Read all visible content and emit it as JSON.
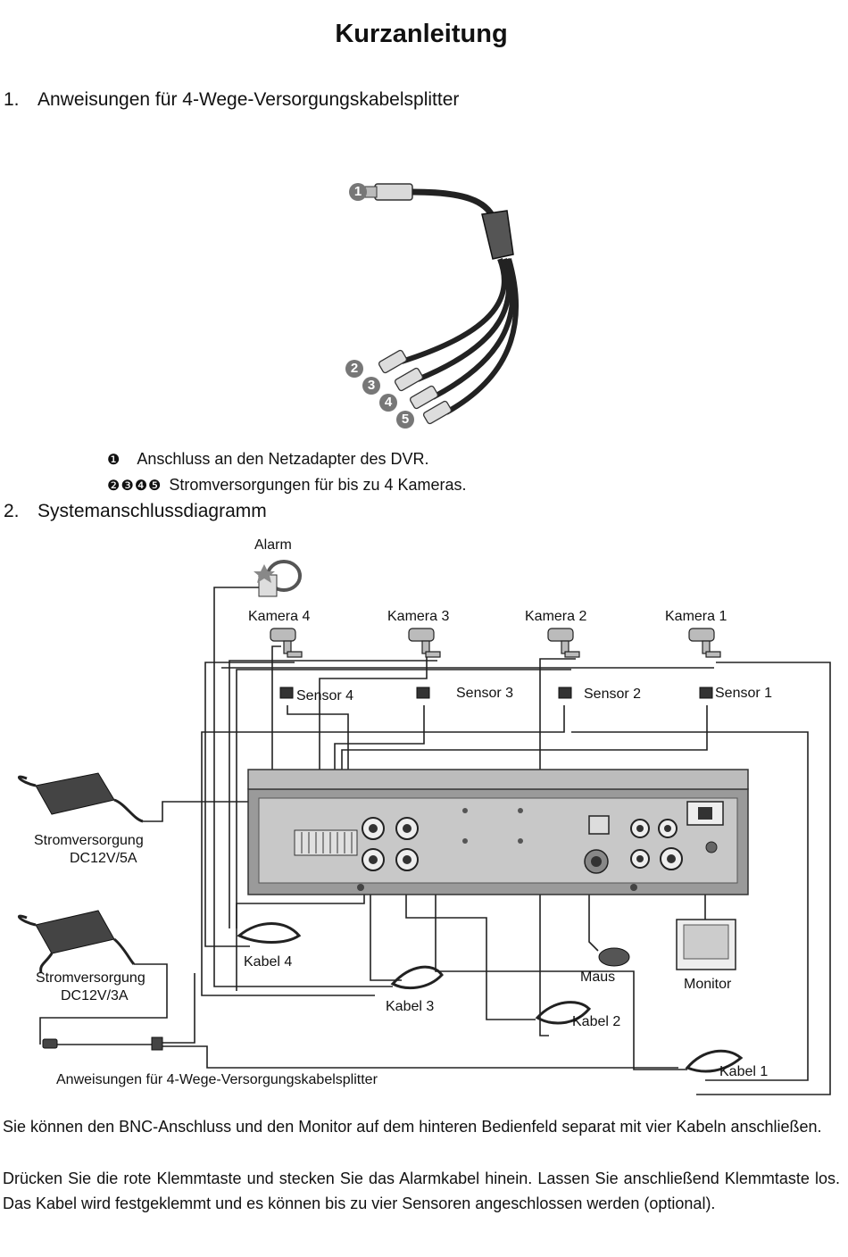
{
  "document": {
    "title": "Kurzanleitung",
    "section1": {
      "number": "1.",
      "heading": "Anweisungen für 4-Wege-Versorgungskabelsplitter"
    },
    "splitter_badges": [
      "1",
      "2",
      "3",
      "4",
      "5"
    ],
    "legend": [
      {
        "bullet": "❶",
        "text": "Anschluss an den Netzadapter des DVR."
      },
      {
        "bullet": "❷❸❹❺",
        "text": "Stromversorgungen für bis zu 4 Kameras."
      }
    ],
    "section2": {
      "number": "2.",
      "heading": "Systemanschlussdiagramm"
    },
    "diagram": {
      "alarm": "Alarm",
      "cameras": [
        "Kamera 4",
        "Kamera 3",
        "Kamera 2",
        "Kamera 1"
      ],
      "sensors": [
        "Sensor 4",
        "Sensor 3",
        "Sensor 2",
        "Sensor 1"
      ],
      "psu1": {
        "line1": "Stromversorgung",
        "line2": "DC12V/5A"
      },
      "psu2": {
        "line1": "Stromversorgung",
        "line2": "DC12V/3A"
      },
      "cables": [
        "Kabel 4",
        "Kabel 3",
        "Kabel 2",
        "Kabel 1"
      ],
      "mouse": "Maus",
      "monitor": "Monitor",
      "splitter_caption": "Anweisungen für 4-Wege-Versorgungskabelsplitter"
    },
    "paragraphs": [
      "Sie können den BNC-Anschluss und den Monitor auf dem hinteren Bedienfeld separat mit vier Kabeln anschließen.",
      "Drücken Sie die rote Klemmtaste und stecken Sie das Alarmkabel hinein. Lassen Sie anschließend Klemmtaste los. Das Kabel wird festgeklemmt und es können bis zu vier Sensoren angeschlossen werden (optional)."
    ]
  }
}
